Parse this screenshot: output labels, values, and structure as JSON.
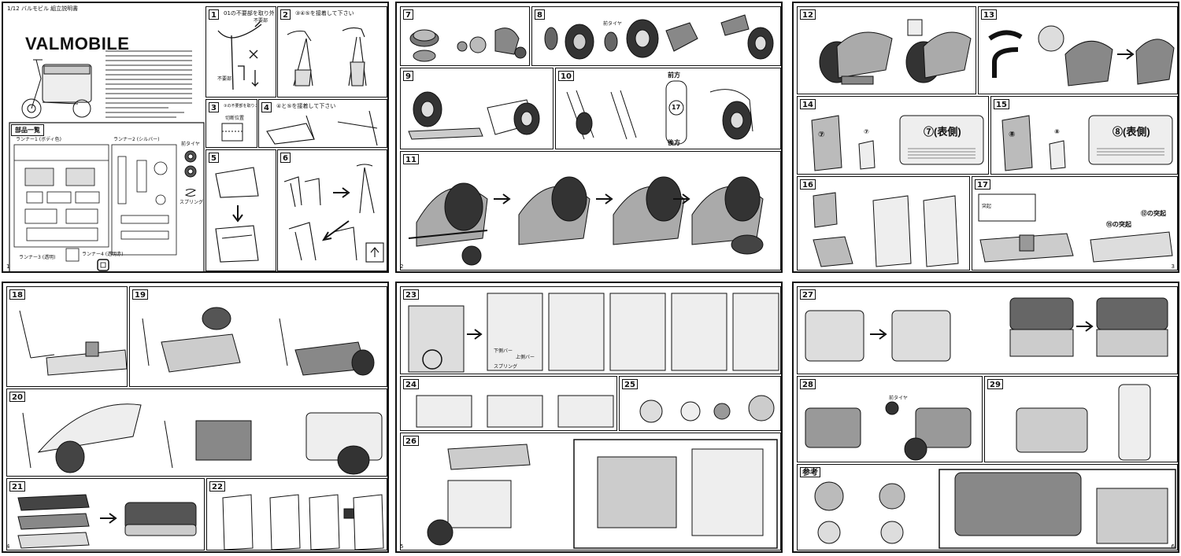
{
  "sheet1": {
    "header_line": "1/12 バルモビル 組立説明書",
    "product_title": "VALMOBILE",
    "parts_list_title": "部品一覧",
    "runner_1": "ランナー1 (ボディ色)",
    "runner_2": "ランナー2 (シルバー)",
    "runner_3": "ランナー3 (透明)",
    "runner_4": "ランナー4 (透明赤)",
    "tire_label": "前タイヤ",
    "spring_label": "スプリング",
    "steps": [
      {
        "n": "1",
        "caption": "01の不要部を取り外して下さい",
        "notes": [
          "不要部",
          "不要部"
        ]
      },
      {
        "n": "2",
        "caption": "③④⑤を接着して下さい",
        "notes": []
      },
      {
        "n": "3",
        "caption": "③の不要部を取りニッパー",
        "notes": [
          "切断位置"
        ]
      },
      {
        "n": "4",
        "caption": "④と⑤を接着して下さい",
        "notes": []
      },
      {
        "n": "5",
        "caption": "",
        "notes": []
      },
      {
        "n": "6",
        "caption": "",
        "notes": []
      }
    ]
  },
  "sheet2": {
    "steps": [
      {
        "n": "7",
        "caption": "",
        "notes": []
      },
      {
        "n": "8",
        "caption": "",
        "notes": [
          "前タイヤ"
        ]
      },
      {
        "n": "9",
        "caption": "",
        "notes": []
      },
      {
        "n": "10",
        "caption": "",
        "notes": []
      },
      {
        "n": "11",
        "caption": "",
        "notes": []
      }
    ],
    "front_label": "前方",
    "rear_label": "後方",
    "part_17": "17"
  },
  "sheet3": {
    "steps": [
      {
        "n": "12",
        "caption": ""
      },
      {
        "n": "13",
        "caption": ""
      },
      {
        "n": "14",
        "caption": ""
      },
      {
        "n": "15",
        "caption": ""
      },
      {
        "n": "16",
        "caption": ""
      },
      {
        "n": "17",
        "caption": ""
      }
    ],
    "panel7_front": "⑦(表側)",
    "panel8_front": "⑧(表側)",
    "part7": "⑦",
    "part8": "⑧",
    "mark_7": "⑦",
    "mark_8": "⑧",
    "prot_15": "⑮の突起",
    "prot_12": "⑫の突起",
    "prot_label": "突起"
  },
  "sheet4": {
    "steps": [
      {
        "n": "18",
        "caption": ""
      },
      {
        "n": "19",
        "caption": ""
      },
      {
        "n": "20",
        "caption": ""
      },
      {
        "n": "21",
        "caption": ""
      },
      {
        "n": "22",
        "caption": ""
      }
    ]
  },
  "sheet5": {
    "steps": [
      {
        "n": "23",
        "caption": ""
      },
      {
        "n": "24",
        "caption": ""
      },
      {
        "n": "25",
        "caption": ""
      },
      {
        "n": "26",
        "caption": ""
      }
    ],
    "spring_note": "スプリング",
    "lower_bar": "下側バー",
    "upper_bar": "上側バー"
  },
  "sheet6": {
    "steps": [
      {
        "n": "27",
        "caption": ""
      },
      {
        "n": "28",
        "caption": ""
      },
      {
        "n": "29",
        "caption": ""
      }
    ],
    "ref_label": "参考",
    "front_tire": "前タイヤ"
  }
}
